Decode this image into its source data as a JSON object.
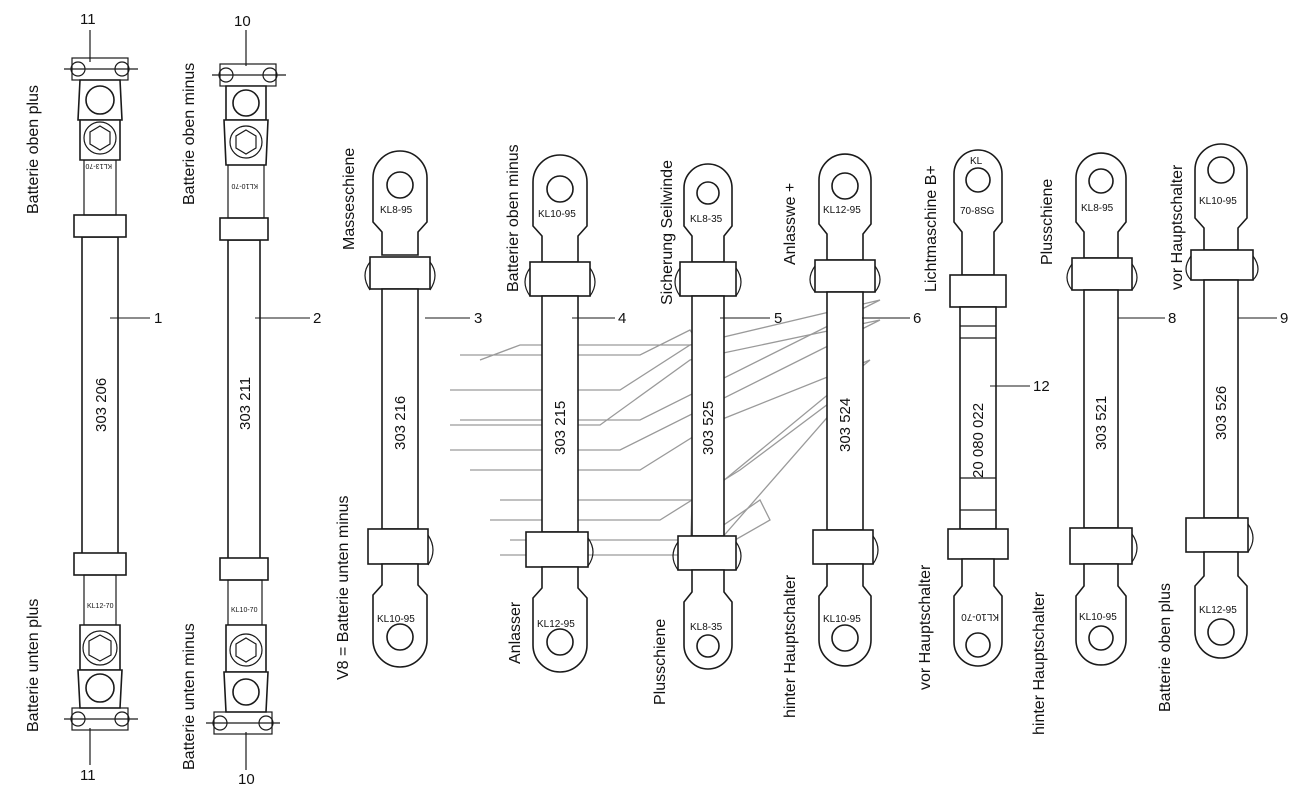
{
  "cables": [
    {
      "number": "1",
      "part": "303 206",
      "top_label": "Batterie oben plus",
      "bottom_label": "Batterie unten plus",
      "top_terminal": "11",
      "bottom_terminal": "11",
      "top_clamp_mark": "KL13-70",
      "bottom_clamp_mark": "KL12-70"
    },
    {
      "number": "2",
      "part": "303 211",
      "top_label": "Batterie oben minus",
      "bottom_label": "Batterie unten minus",
      "top_terminal": "10",
      "bottom_terminal": "10",
      "top_clamp_mark": "KL10-70",
      "bottom_clamp_mark": "KL10-70"
    },
    {
      "number": "3",
      "part": "303 216",
      "top_label": "Masseschiene",
      "bottom_label": "V8  = Batterie unten minus",
      "top_lug": "KL8-95",
      "bottom_lug": "KL10-95"
    },
    {
      "number": "4",
      "part": "303 215",
      "top_label": "Batterier oben minus",
      "bottom_label": "Anlasser",
      "top_lug": "KL10-95",
      "bottom_lug": "KL12-95"
    },
    {
      "number": "5",
      "part": "303 525",
      "top_label": "Sicherung Seilwinde",
      "bottom_label": "Plusschiene",
      "top_lug": "KL8-35",
      "bottom_lug": "KL8-35"
    },
    {
      "number": "6",
      "part": "303 524",
      "top_label": "Anlasswe +",
      "bottom_label": "hinter Hauptschalter",
      "top_lug": "KL12-95",
      "bottom_lug": "KL10-95"
    },
    {
      "number": "12",
      "part": "20 080 022",
      "top_label": "Lichtmaschine B+",
      "bottom_label": "vor Hauptschalter",
      "top_lug": "KL",
      "top_lug_sub": "70-8SG",
      "bottom_lug": "KL10-70"
    },
    {
      "number": "8",
      "part": "303 521",
      "top_label": "Plusschiene",
      "bottom_label": "hinter Hauptschalter",
      "top_lug": "KL8-95",
      "bottom_lug": "KL10-95"
    },
    {
      "number": "9",
      "part": "303 526",
      "top_label": "vor Hauptschalter",
      "bottom_label": "Batterie oben plus",
      "top_lug": "KL10-95",
      "bottom_lug": "KL12-95"
    }
  ]
}
